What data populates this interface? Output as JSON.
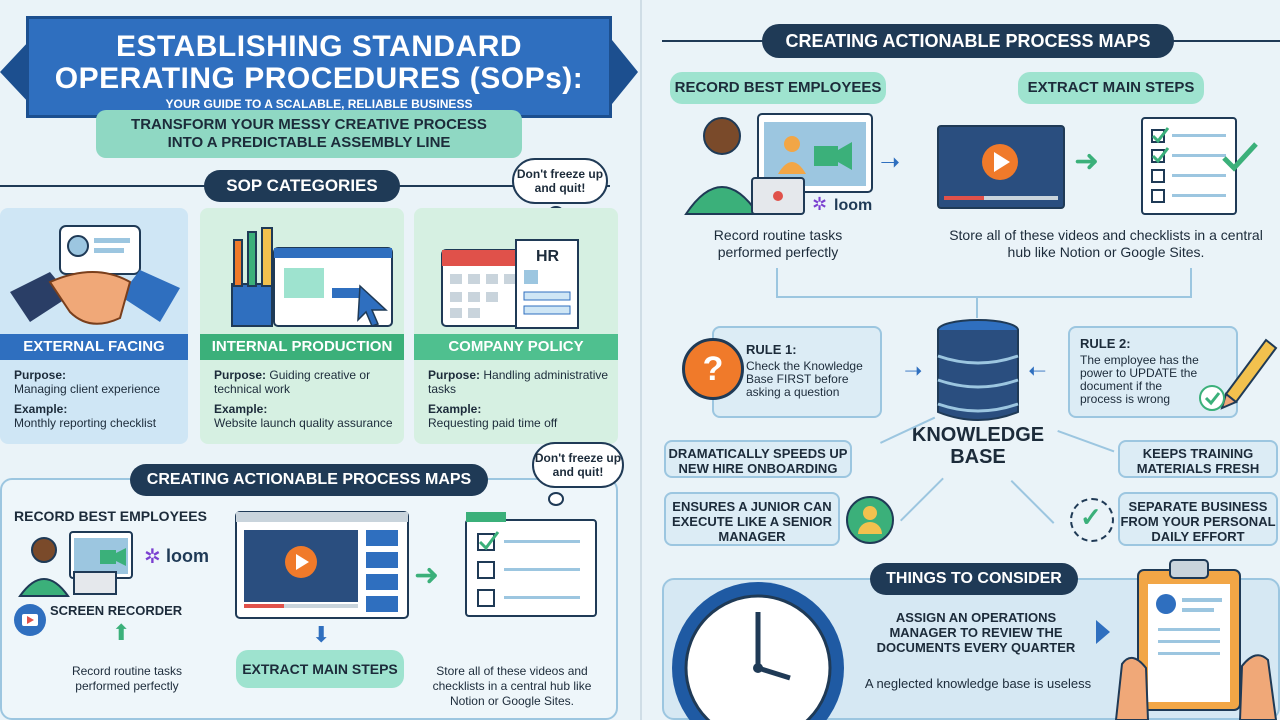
{
  "left": {
    "title_line1": "ESTABLISHING STANDARD",
    "title_line2": "OPERATING PROCEDURES (SOPs):",
    "tagline": "YOUR GUIDE TO A SCALABLE, RELIABLE BUSINESS",
    "subtitle_line1": "TRANSFORM YOUR MESSY CREATIVE PROCESS",
    "subtitle_line2": "INTO A PREDICTABLE ASSEMBLY LINE",
    "sop_categories_label": "SOP CATEGORIES",
    "bubble_text_1": "Don't freeze up and quit!",
    "cards": [
      {
        "title": "EXTERNAL FACING",
        "purpose_label": "Purpose:",
        "purpose": "Managing client experience",
        "example_label": "Example:",
        "example": "Monthly reporting checklist",
        "color": "#2f6fbf"
      },
      {
        "title": "INTERNAL PRODUCTION",
        "purpose_label": "Purpose:",
        "purpose": "Guiding creative or technical work",
        "example_label": "Example:",
        "example": "Website launch quality assurance",
        "color": "#3bb07a"
      },
      {
        "title": "COMPANY POLICY",
        "purpose_label": "Purpose:",
        "purpose": "Handling administrative tasks",
        "example_label": "Example:",
        "example": "Requesting paid time off",
        "color": "#4fc08f"
      }
    ],
    "hr_label": "HR",
    "process_maps_label": "CREATING ACTIONABLE PROCESS MAPS",
    "bubble_text_2": "Don't freeze up and quit!",
    "record_label": "RECORD BEST EMPLOYEES",
    "loom_label": "loom",
    "screen_recorder_label": "SCREEN RECORDER",
    "extract_label": "EXTRACT MAIN STEPS",
    "record_caption": "Record routine tasks performed perfectly",
    "store_caption": "Store all of these videos and checklists in a central hub like Notion or Google Sites."
  },
  "right": {
    "process_maps_label": "CREATING ACTIONABLE PROCESS MAPS",
    "record_label": "RECORD BEST EMPLOYEES",
    "extract_label": "EXTRACT MAIN STEPS",
    "loom_label": "loom",
    "record_caption": "Record routine tasks performed perfectly",
    "store_caption": "Store all of these videos and checklists in a central hub like Notion or Google Sites.",
    "rule1_title": "RULE 1:",
    "rule1_text": "Check the Knowledge Base FIRST before asking a question",
    "rule2_title": "RULE 2:",
    "rule2_text": "The employee has the power to UPDATE the document if the process is wrong",
    "kb_label_1": "KNOWLEDGE",
    "kb_label_2": "BASE",
    "benefit_1": "DRAMATICALLY SPEEDS UP NEW HIRE ONBOARDING",
    "benefit_2": "KEEPS TRAINING MATERIALS FRESH",
    "benefit_3": "ENSURES A JUNIOR CAN EXECUTE LIKE A SENIOR MANAGER",
    "benefit_4": "SEPARATE BUSINESS FROM YOUR PERSONAL DAILY EFFORT",
    "consider_label": "THINGS TO CONSIDER",
    "consider_text": "ASSIGN AN OPERATIONS MANAGER TO REVIEW THE DOCUMENTS EVERY QUARTER",
    "consider_note": "A neglected knowledge base is useless"
  },
  "colors": {
    "navy": "#1f3a56",
    "blue": "#2f6fbf",
    "green": "#3bb07a",
    "mint": "#9ee3cf",
    "orange": "#f07a2a"
  }
}
